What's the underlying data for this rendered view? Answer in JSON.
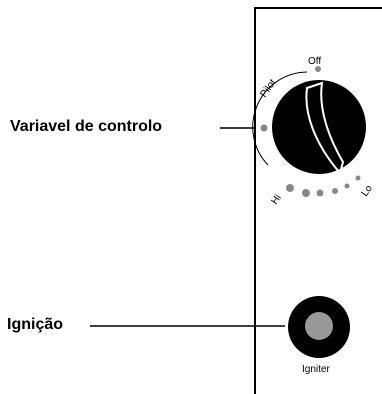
{
  "callouts": {
    "control_variable": "Variavel de controlo",
    "ignition": "Ignição"
  },
  "dial": {
    "labels": {
      "off": "Off",
      "pilot": "Pilot",
      "hi": "Hi",
      "lo": "Lo"
    }
  },
  "igniter": {
    "label": "Igniter"
  },
  "colors": {
    "line": "#000000",
    "knob": "#000000",
    "knob_highlight": "#ffffff",
    "dot": "#888888",
    "igniter_button": "#999999",
    "background": "#ffffff"
  }
}
